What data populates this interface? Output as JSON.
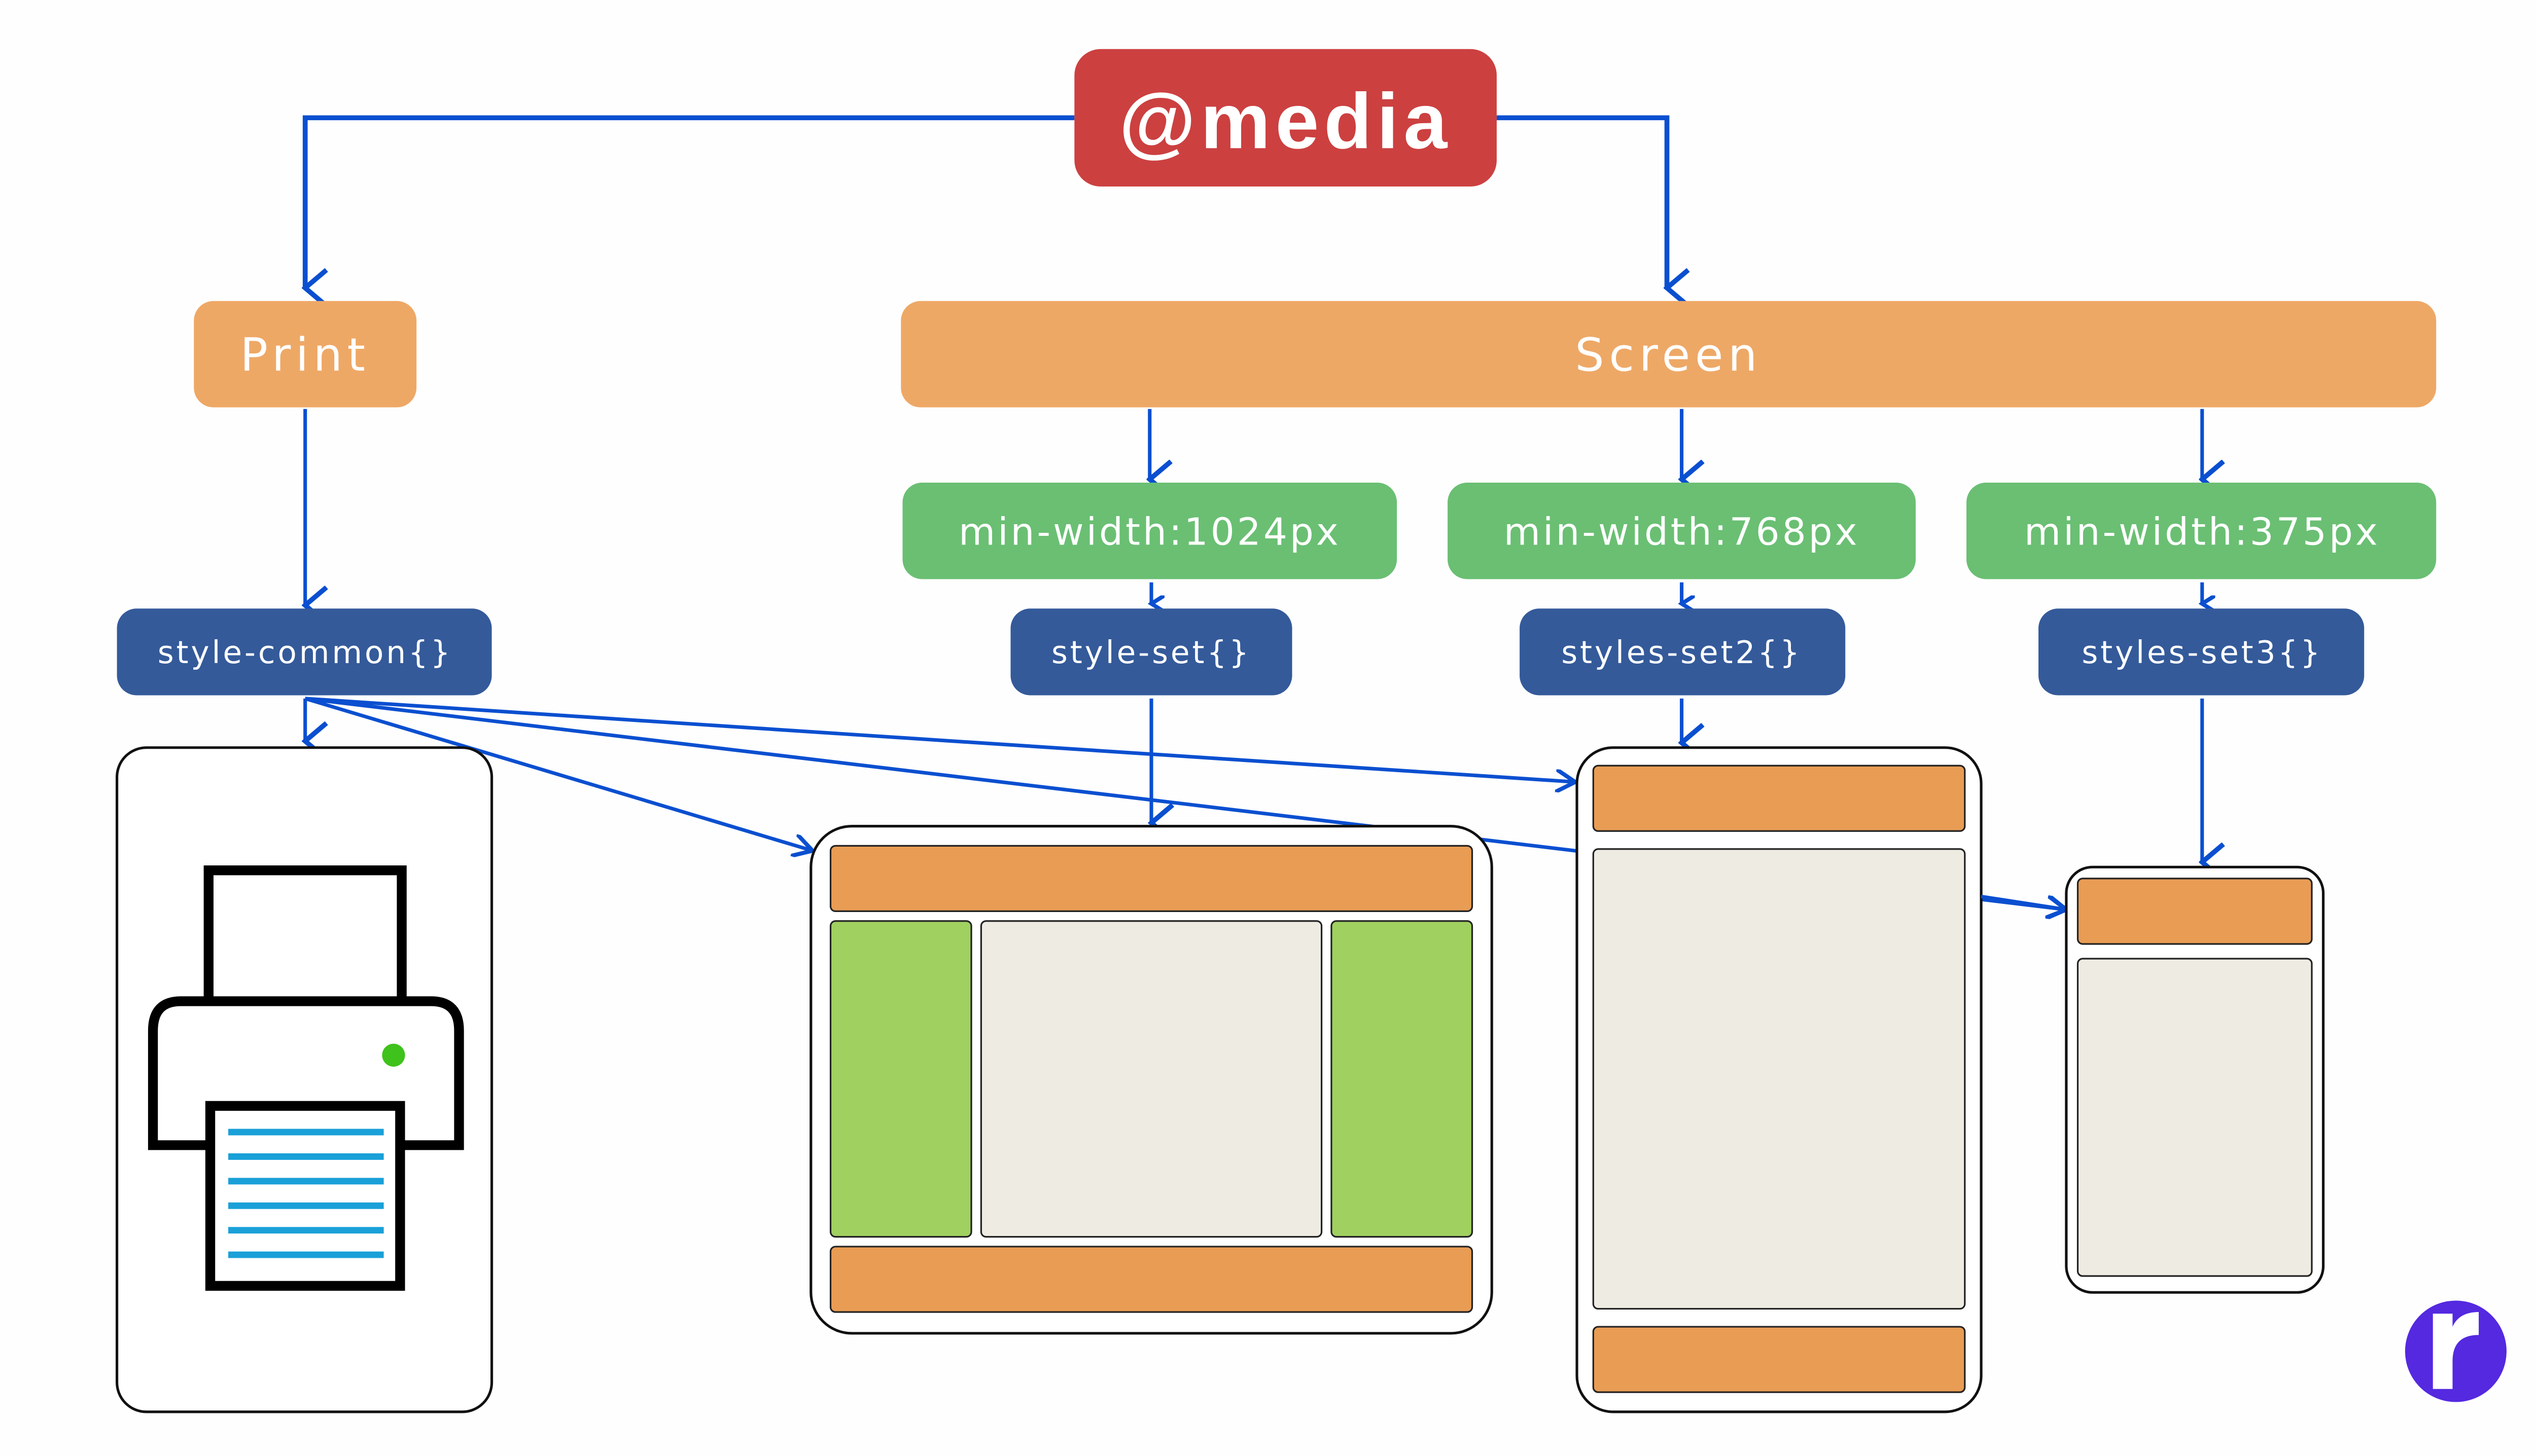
{
  "root": {
    "label": "@media",
    "color": "#cc4040"
  },
  "media_types": [
    {
      "label": "Print",
      "color": "#eea866"
    },
    {
      "label": "Screen",
      "color": "#eea866"
    }
  ],
  "breakpoints": [
    {
      "label": "min-width:1024px"
    },
    {
      "label": "min-width:768px"
    },
    {
      "label": "min-width:375px"
    }
  ],
  "style_sets": [
    {
      "label": "style-common{}"
    },
    {
      "label": "style-set{}"
    },
    {
      "label": "styles-set2{}"
    },
    {
      "label": "styles-set3{}"
    }
  ],
  "colors": {
    "breakpoint": "#6abf73",
    "style_set": "#345a9a",
    "arrow": "#0a4fd0",
    "logo": "#5429e0"
  },
  "logo": {
    "letter": "r"
  }
}
